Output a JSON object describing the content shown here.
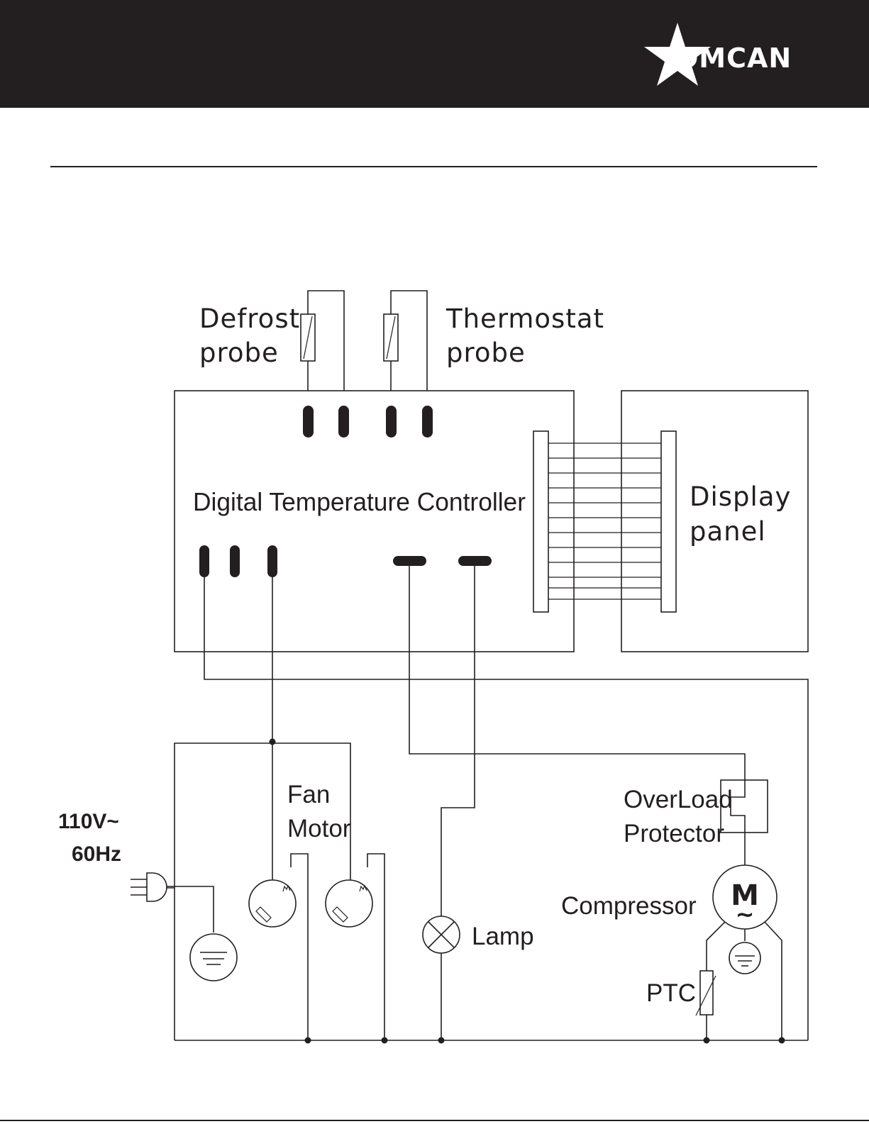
{
  "header": {
    "brand": "OMCAN",
    "background": "#231f20"
  },
  "diagram": {
    "labels": {
      "defrost_probe_1": "Defrost",
      "defrost_probe_2": "probe",
      "thermostat_probe_1": "Thermostat",
      "thermostat_probe_2": "probe",
      "controller": "Digital Temperature Controller",
      "display_panel_1": "Display",
      "display_panel_2": "panel",
      "power_1": "110V~",
      "power_2": "60Hz",
      "fan_motor_1": "Fan",
      "fan_motor_2": "Motor",
      "lamp": "Lamp",
      "overload_1": "OverLoad",
      "overload_2": "Protector",
      "compressor": "Compressor",
      "ptc": "PTC",
      "motor_symbol": "M",
      "motor_ac": "~"
    }
  }
}
